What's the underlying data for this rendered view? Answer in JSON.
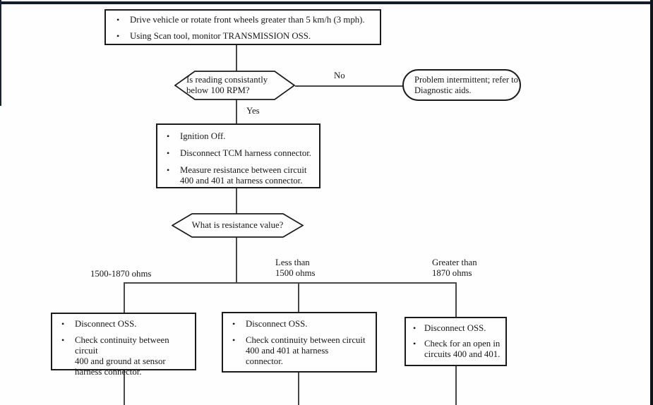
{
  "page": {
    "background": "#fefefe",
    "frame_color": "#131c28"
  },
  "glyphs": {
    "bullet": "•"
  },
  "flow": {
    "start_box": {
      "items": [
        "Drive vehicle or rotate front wheels greater than 5 km/h (3 mph).",
        "Using Scan tool, monitor TRANSMISSION OSS."
      ]
    },
    "decision_reading": {
      "text": "Is reading consistantly\nbelow 100 RPM?",
      "no_label": "No",
      "yes_label": "Yes"
    },
    "terminator": {
      "text": "Problem intermittent; refer to\nDiagnostic aids."
    },
    "action_box": {
      "items": [
        "Ignition Off.",
        "Disconnect TCM harness connector.",
        "Measure resistance between circuit\n400 and 401 at harness connector."
      ]
    },
    "decision_resistance": {
      "text": "What is resistance value?"
    },
    "branch_left": {
      "label": "1500-1870 ohms",
      "items": [
        "Disconnect OSS.",
        "Check continuity between circuit\n400 and ground at sensor\nharness connector."
      ]
    },
    "branch_middle": {
      "label": "Less than\n1500 ohms",
      "items": [
        "Disconnect OSS.",
        "Check continuity between circuit\n400 and 401 at harness\nconnector."
      ]
    },
    "branch_right": {
      "label": "Greater than\n1870 ohms",
      "items": [
        "Disconnect OSS.",
        "Check for an open in\ncircuits 400 and 401."
      ]
    }
  }
}
